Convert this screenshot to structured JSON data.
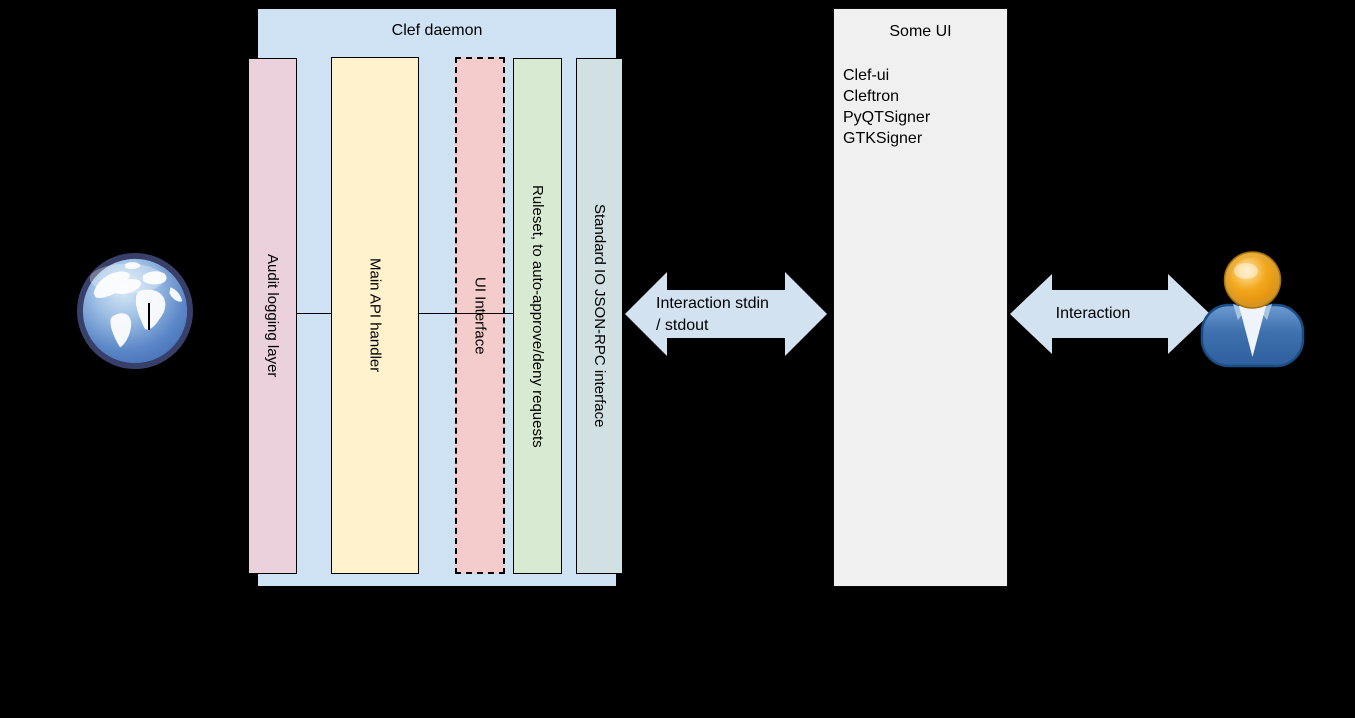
{
  "background_color": "#000000",
  "clef_daemon": {
    "title": "Clef daemon",
    "fill": "#cfe2f3",
    "columns": [
      {
        "label": "Audit logging layer",
        "fill": "#ead1dc",
        "border_style": "solid"
      },
      {
        "label": "Main API handler",
        "fill": "#fff2cc",
        "border_style": "solid"
      },
      {
        "label": "UI Interface",
        "fill": "#f4cccc",
        "border_style": "dashed"
      },
      {
        "label": "Ruleset, to auto-approve/deny requests",
        "fill": "#d9ead3",
        "border_style": "solid"
      },
      {
        "label": "Standard IO JSON-RPC interface",
        "fill": "#d0e0e3",
        "border_style": "solid"
      }
    ]
  },
  "some_ui": {
    "title": "Some UI",
    "fill": "#f0f0f0",
    "items": [
      "Clef-ui",
      "Cleftron",
      "PyQTSigner",
      "GTKSigner"
    ]
  },
  "arrows": {
    "stdin_stdout": {
      "line1": "Interaction stdin",
      "line2": "/ stdout",
      "fill": "#d3e2f1"
    },
    "interaction": {
      "label": "Interaction",
      "fill": "#d3e2f1"
    }
  },
  "icons": {
    "globe": "globe-icon",
    "person": "person-icon"
  }
}
